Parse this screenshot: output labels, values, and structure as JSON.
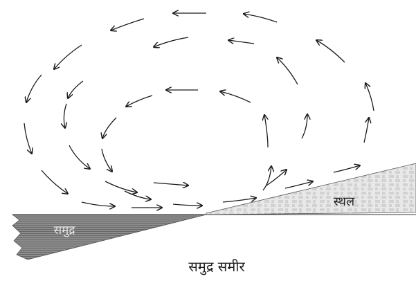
{
  "labels": {
    "sea": "समुद्र",
    "land": "स्थल",
    "caption": "समुद्र समीर"
  },
  "colors": {
    "arrow": "#1a1a1a",
    "sea_fill": "#8c8c8c",
    "sea_stripe": "#5e5e5e",
    "land_fill": "#e4e4e4",
    "land_pattern": "#b8b8b8",
    "sea_label": "#e6e6e6",
    "text": "#222222"
  }
}
